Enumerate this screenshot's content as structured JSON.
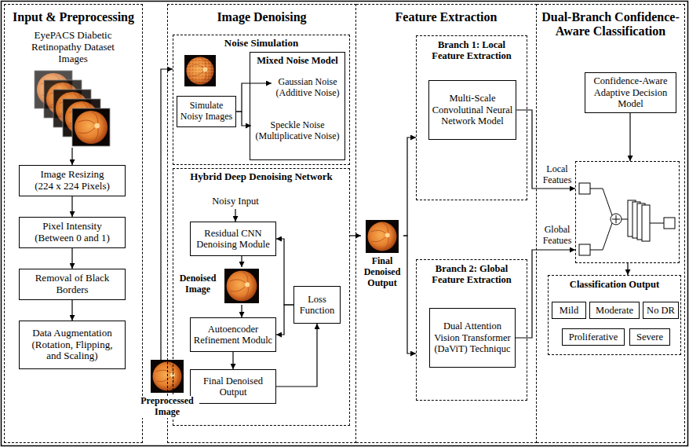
{
  "diagram": {
    "nodes": [
      {
        "text": [
          "Input & Preprocessing"
        ]
      },
      {
        "text": [
          "EyePACS Diabetic Retinopathy Dataset Images"
        ],
        "in": 0
      },
      {
        "text": [
          "Image Resizing (224 x 224 Pixels)"
        ],
        "in": 0
      },
      {
        "text": [
          "Pixel Intensity (Between 0 and 1)"
        ],
        "in": 0
      },
      {
        "text": [
          "Removal of Black Borders"
        ],
        "in": 0
      },
      {
        "text": [
          "Data Augmentation (Rotation, Flipping, and Scaling)"
        ],
        "in": 0
      },
      {
        "text": [
          "Preprocessed Image"
        ]
      },
      {
        "text": [
          "Image Denoising"
        ]
      },
      {
        "text": [
          "Noise Simulation"
        ],
        "in": 7
      },
      {
        "text": [
          "Simulate Noisy Images"
        ],
        "in": 8
      },
      {
        "text": [
          "Mixed Noise Model"
        ],
        "in": 8
      },
      {
        "text": [
          "Gaussian Noise (Additive Noise)"
        ],
        "in": 10
      },
      {
        "text": [
          "Speckle Noise (Multiplicative Noise)"
        ],
        "in": 10
      },
      {
        "text": [
          "Hybrid Deep Denoising Network"
        ],
        "in": 7
      },
      {
        "text": [
          "Noisy Input"
        ],
        "in": 13
      },
      {
        "text": [
          "Residual CNN Denoising Module"
        ],
        "in": 13
      },
      {
        "text": [
          "Denoised Image"
        ],
        "in": 13
      },
      {
        "text": [
          "Autoencoder Refinement Modulc"
        ],
        "in": 13
      },
      {
        "text": [
          "Final Denoised Output"
        ],
        "in": 13
      },
      {
        "text": [
          "Loss Function"
        ],
        "in": 13
      },
      {
        "text": [
          "Feature Extraction"
        ]
      },
      {
        "text": [
          "Final Denoised Output"
        ],
        "in": 20
      },
      {
        "text": [
          "Branch 1: Local Feature Extraction"
        ],
        "in": 20
      },
      {
        "text": [
          "Multi-Scale Convolutinal Neural Network Model"
        ],
        "in": 22
      },
      {
        "text": [
          "Branch 2: Global Feature Extraction"
        ],
        "in": 20
      },
      {
        "text": [
          "Dual Attention Vision Transformer (DaViT) Techniquc"
        ],
        "in": 24
      },
      {
        "text": [
          "Dual-Branch Confidence-Aware Classification"
        ]
      },
      {
        "text": [
          "Confidence-Aware Adaptive Decision Model"
        ],
        "in": 26
      },
      {
        "text": [
          "Local Featues",
          "Global Featues"
        ],
        "in": 26
      },
      {
        "text": [
          "Classification Output"
        ],
        "in": 26
      },
      {
        "text": [
          "Mild"
        ],
        "in": 29
      },
      {
        "text": [
          "Moderate"
        ],
        "in": 29
      },
      {
        "text": [
          "No DR"
        ],
        "in": 29
      },
      {
        "text": [
          "Proliferative"
        ],
        "in": 29
      },
      {
        "text": [
          "Severe"
        ],
        "in": 29
      }
    ],
    "edges": [
      {
        "from": 1,
        "to": 2,
        "arrow": "to"
      },
      {
        "from": 2,
        "to": 3,
        "arrow": "to"
      },
      {
        "from": 3,
        "to": 4,
        "arrow": "to"
      },
      {
        "from": 4,
        "to": 5,
        "arrow": "to"
      },
      {
        "from": 6,
        "to": 8,
        "arrow": "to"
      },
      {
        "from": 9,
        "to": 11,
        "arrow": "to"
      },
      {
        "from": 9,
        "to": 12,
        "arrow": "to"
      },
      {
        "from": 14,
        "to": 15,
        "arrow": "to"
      },
      {
        "from": 15,
        "to": 16,
        "arrow": "to"
      },
      {
        "from": 16,
        "to": 17,
        "arrow": "to"
      },
      {
        "from": 17,
        "to": 18,
        "arrow": "to"
      },
      {
        "from": 18,
        "to": 19,
        "arrow": "to"
      },
      {
        "from": 19,
        "to": 15,
        "arrow": "to"
      },
      {
        "from": 19,
        "to": 17,
        "arrow": "to"
      },
      {
        "from": 13,
        "to": 21,
        "arrow": "to"
      },
      {
        "from": 21,
        "to": 22,
        "arrow": "to"
      },
      {
        "from": 21,
        "to": 24,
        "arrow": "to"
      },
      {
        "from": 23,
        "to": 28,
        "arrow": "to"
      },
      {
        "from": 25,
        "to": 28,
        "arrow": "to"
      },
      {
        "from": 27,
        "to": 28,
        "arrow": "to"
      },
      {
        "from": 28,
        "to": 29,
        "arrow": "to"
      }
    ]
  }
}
